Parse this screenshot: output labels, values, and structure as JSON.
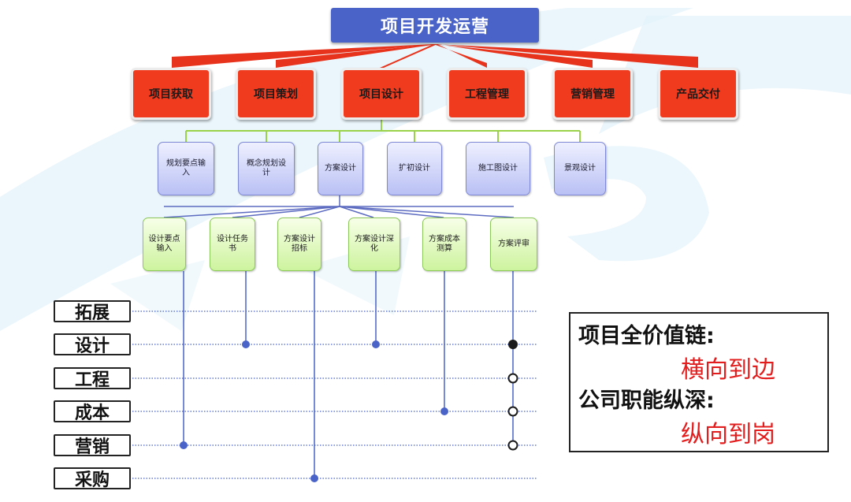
{
  "root": {
    "title": "项目开发运营"
  },
  "level1": [
    "项目获取",
    "项目策划",
    "项目设计",
    "工程管理",
    "营销管理",
    "产品交付"
  ],
  "level2": [
    "规划要点输入",
    "概念规划设计",
    "方案设计",
    "扩初设计",
    "施工图设计",
    "景观设计"
  ],
  "level3": [
    "设计要点输入",
    "设计任务书",
    "方案设计招标",
    "方案设计深化",
    "方案成本测算",
    "方案评审"
  ],
  "departments": [
    "拓展",
    "设计",
    "工程",
    "成本",
    "营销",
    "采购"
  ],
  "callout": {
    "line1": "项目全价值链:",
    "line2": "横向到边",
    "line3": "公司职能纵深:",
    "line4": "纵向到岗"
  },
  "colors": {
    "root": "#4a63c8",
    "level1": "#f03b1e",
    "level2": "#b9c0f4",
    "level3": "#cdf39e",
    "accent_red": "#e31d1d"
  }
}
